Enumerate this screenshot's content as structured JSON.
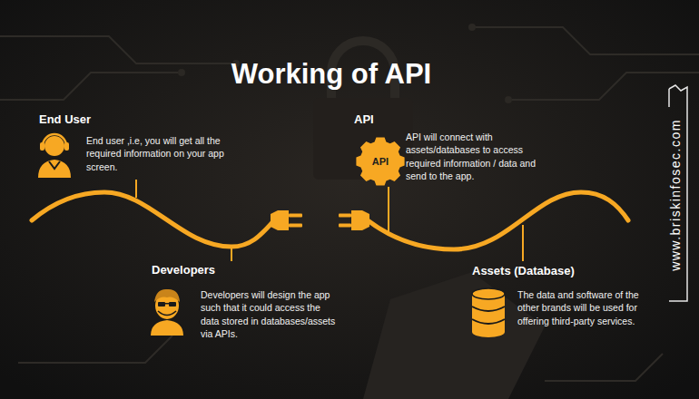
{
  "diagram": {
    "title": "Working of API",
    "nodes": [
      {
        "text": [
          "End User",
          "End user ,i.e, you will get all the required information on your app screen."
        ]
      },
      {
        "text": [
          "API",
          "API will connect with assets/databases to access required information / data and send to the app."
        ]
      },
      {
        "text": [
          "API"
        ],
        "in": 1
      },
      {
        "text": [
          "Developers",
          "Developers will design the app such that it could access the data stored in databases/assets via APIs."
        ]
      },
      {
        "text": [
          "Assets (Database)",
          "The data and software of the other brands will be used for offering third-party services."
        ]
      }
    ],
    "labels": [
      "www.briskinfosec.com"
    ]
  }
}
